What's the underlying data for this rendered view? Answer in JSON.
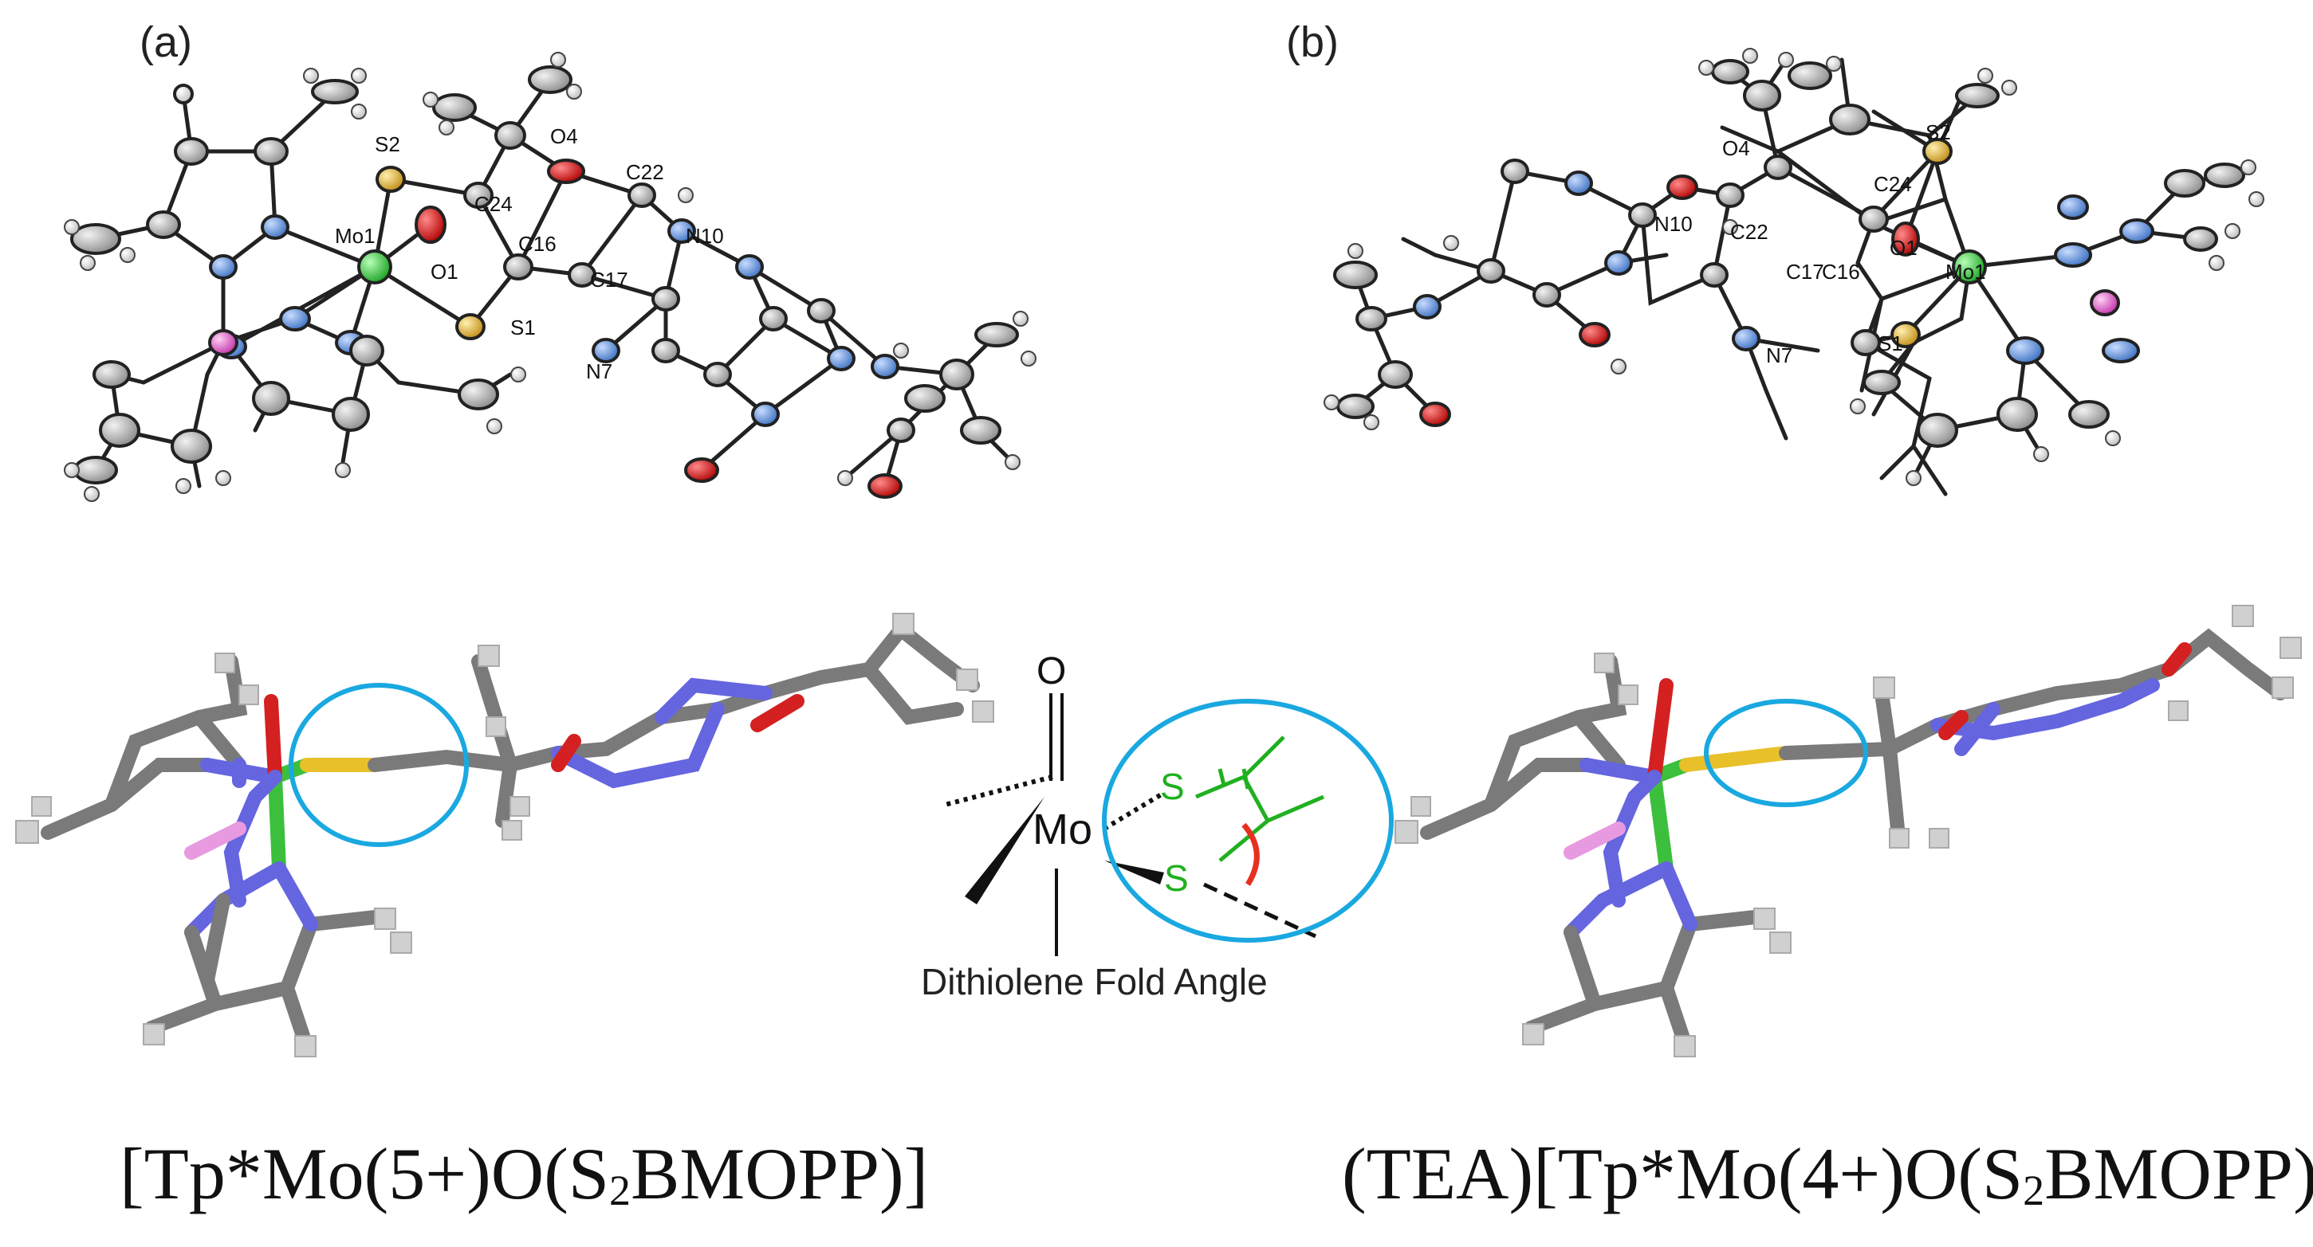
{
  "panels": [
    {
      "label": "(a)",
      "atom_labels": [
        "S2",
        "O4",
        "C22",
        "Mo1",
        "C24",
        "N10",
        "O1",
        "C16",
        "C17",
        "S1",
        "N7"
      ],
      "caption": {
        "pre": "[Tp*Mo(5+)O(S",
        "sub": "2",
        "post": "BMOPP)]"
      }
    },
    {
      "label": "(b)",
      "atom_labels": [
        "O4",
        "S2",
        "C24",
        "N10",
        "C22",
        "O1",
        "C17",
        "C16",
        "Mo1",
        "N7",
        "S1"
      ],
      "caption": {
        "pre": "(TEA)[Tp*Mo(4+)O(S",
        "sub": "2",
        "post": "BMOPP)]"
      }
    }
  ],
  "fold_diagram": {
    "metal": "Mo",
    "oxo": "O",
    "sulfur": "S",
    "label": "Dithiolene Fold Angle"
  },
  "colors": {
    "carbon": "#a8a8a8",
    "hydrogen": "#e6e6e6",
    "nitrogen": "#5b8fd8",
    "oxygen": "#d42020",
    "sulfur": "#e0b43a",
    "molybdenum": "#2ec83a",
    "boron": "#e060c8",
    "stick_carbon": "#7a7a7a",
    "stick_nitrogen": "#6565e0",
    "stick_sulfur": "#e8c02a",
    "stick_mo": "#3cbf3c",
    "stick_boron": "#e89ae0",
    "highlight_circle": "#1aa8e0",
    "angle_arc": "#e83020",
    "fold_green": "#20b020"
  }
}
